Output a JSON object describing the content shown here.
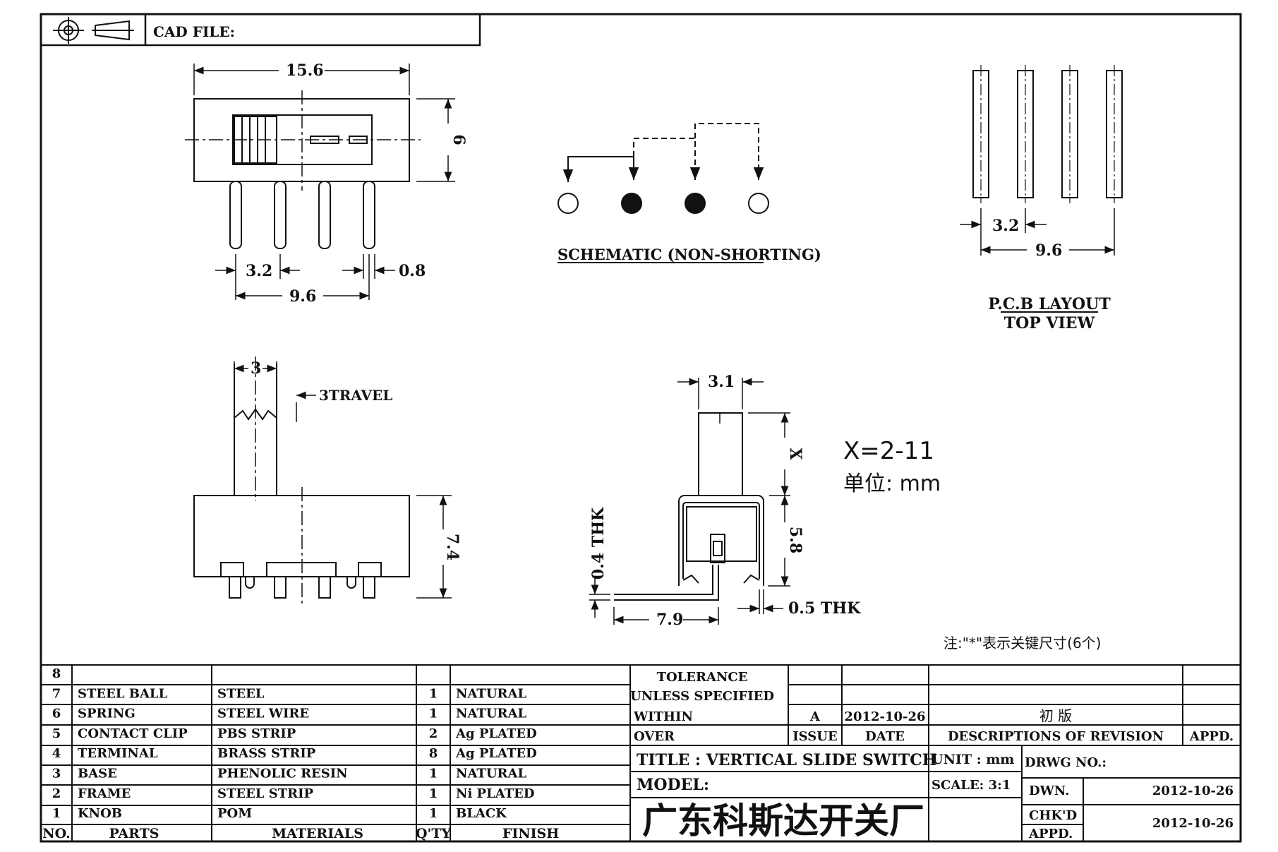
{
  "header": {
    "cad_file_label": "CAD FILE:"
  },
  "top_view": {
    "dim_width": "15.6",
    "dim_height": "6",
    "dim_pitch": "3.2",
    "dim_pin": "0.8",
    "dim_span": "9.6"
  },
  "schematic": {
    "title": "SCHEMATIC (NON-SHORTING)"
  },
  "pcb_layout": {
    "dim_pitch": "3.2",
    "dim_span": "9.6",
    "title": "P.C.B LAYOUT",
    "subtitle": "TOP VIEW"
  },
  "side_view": {
    "dim_knob": "3",
    "dim_travel": "3TRAVEL",
    "dim_height": "7.4"
  },
  "end_view": {
    "dim_knob": "3.1",
    "dim_x": "X",
    "dim_body": "5.8",
    "dim_thk_04": "0.4 THK",
    "dim_thk_05": "0.5 THK",
    "dim_leg": "7.9"
  },
  "notes": {
    "x_range": "X=2-11",
    "unit": "单位: mm",
    "footnote": "注:\"*\"表示关键尺寸(6个)"
  },
  "bom": {
    "rows": [
      {
        "no": "8",
        "part": "",
        "material": "",
        "qty": "",
        "finish": ""
      },
      {
        "no": "7",
        "part": "STEEL BALL",
        "material": "STEEL",
        "qty": "1",
        "finish": "NATURAL"
      },
      {
        "no": "6",
        "part": "SPRING",
        "material": "STEEL WIRE",
        "qty": "1",
        "finish": "NATURAL"
      },
      {
        "no": "5",
        "part": "CONTACT CLIP",
        "material": "PBS STRIP",
        "qty": "2",
        "finish": "Ag PLATED"
      },
      {
        "no": "4",
        "part": "TERMINAL",
        "material": "BRASS STRIP",
        "qty": "8",
        "finish": "Ag PLATED"
      },
      {
        "no": "3",
        "part": "BASE",
        "material": "PHENOLIC RESIN",
        "qty": "1",
        "finish": "NATURAL"
      },
      {
        "no": "2",
        "part": "FRAME",
        "material": "STEEL STRIP",
        "qty": "1",
        "finish": "Ni PLATED"
      },
      {
        "no": "1",
        "part": "KNOB",
        "material": "POM",
        "qty": "1",
        "finish": "BLACK"
      }
    ],
    "headers": {
      "no": "NO.",
      "part": "PARTS",
      "material": "MATERIALS",
      "qty": "Q'TY",
      "finish": "FINISH"
    }
  },
  "title_block": {
    "tolerance": "TOLERANCE",
    "unless": "UNLESS  SPECIFIED",
    "within": "WITHIN",
    "over": "OVER",
    "rev_issue": "A",
    "rev_date": "2012-10-26",
    "rev_desc": "初 版",
    "issue_label": "ISSUE",
    "date_label": "DATE",
    "desc_label": "DESCRIPTIONS OF REVISION",
    "appd_label": "APPD.",
    "title": "TITLE :  VERTICAL SLIDE SWITCH",
    "unit": "UNIT :  mm",
    "drwg_no": "DRWG NO.:",
    "model": "MODEL:",
    "scale": "SCALE:  3:1",
    "company": "广东科斯达开关厂",
    "dwn_label": "DWN.",
    "dwn_date": "2012-10-26",
    "chkd_label": "CHK'D",
    "chkd_date": "2012-10-26",
    "appd2_label": "APPD."
  }
}
